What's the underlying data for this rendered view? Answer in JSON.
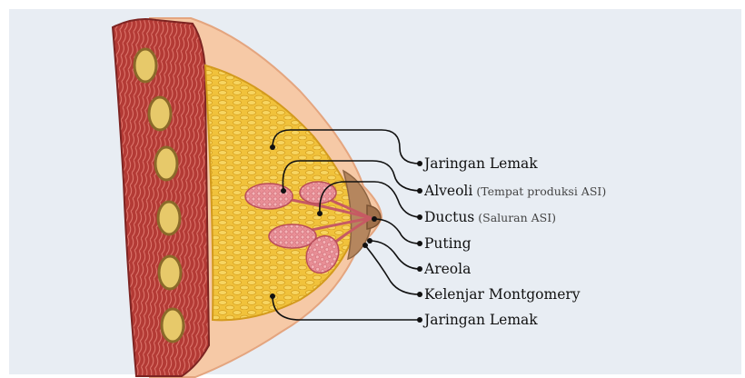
{
  "colors": {
    "background": "#e8edf3",
    "skin": "#f6c9a6",
    "fat": "#f1c23b",
    "fat_dark": "#d9a324",
    "muscle": "#b53a36",
    "rib": "#e7c96a",
    "areola": "#b5865e",
    "alveoli": "#e98f96",
    "leader": "#111111"
  },
  "labels": [
    {
      "id": "fat-upper",
      "text": "Jaringan Lemak",
      "sub": ""
    },
    {
      "id": "alveoli",
      "text": "Alveoli",
      "sub": "(Tempat produksi ASI)"
    },
    {
      "id": "ductus",
      "text": "Ductus",
      "sub": "(Saluran ASI)"
    },
    {
      "id": "nipple",
      "text": "Puting",
      "sub": ""
    },
    {
      "id": "areola",
      "text": "Areola",
      "sub": ""
    },
    {
      "id": "montgomery",
      "text": "Kelenjar Montgomery",
      "sub": ""
    },
    {
      "id": "fat-lower",
      "text": "Jaringan Lemak",
      "sub": ""
    }
  ]
}
